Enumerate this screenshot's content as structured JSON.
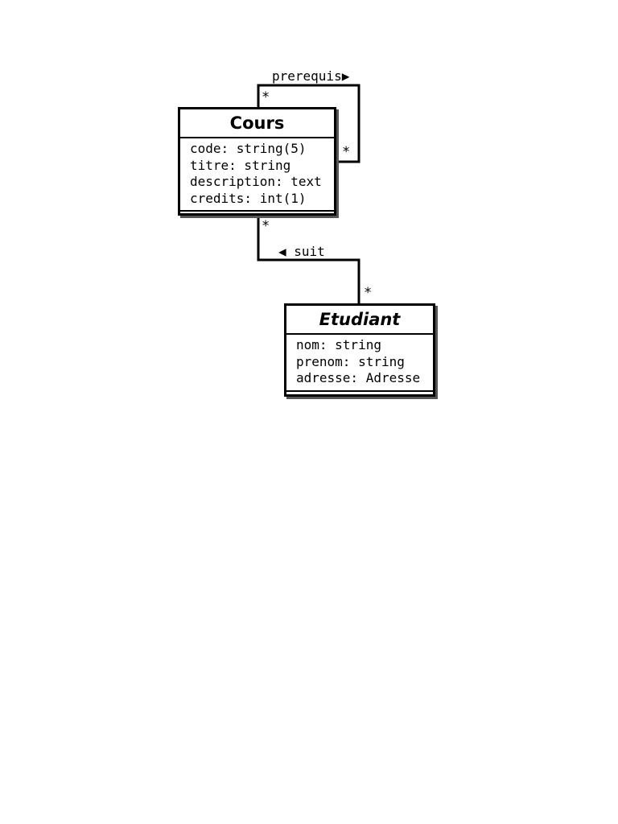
{
  "classes": {
    "cours": {
      "name": "Cours",
      "attributes": [
        "code: string(5)",
        "titre: string",
        "description: text",
        "credits: int(1)"
      ]
    },
    "etudiant": {
      "name": "Etudiant",
      "abstract": true,
      "attributes": [
        "nom: string",
        "prenom: string",
        "adresse: Adresse"
      ]
    }
  },
  "associations": {
    "prerequis": {
      "label": "prerequis",
      "direction_glyph": "▶",
      "mult_source": "*",
      "mult_target": "*"
    },
    "suit": {
      "label": "suit",
      "direction_glyph": "◀",
      "mult_cours": "*",
      "mult_etudiant": "*"
    }
  }
}
